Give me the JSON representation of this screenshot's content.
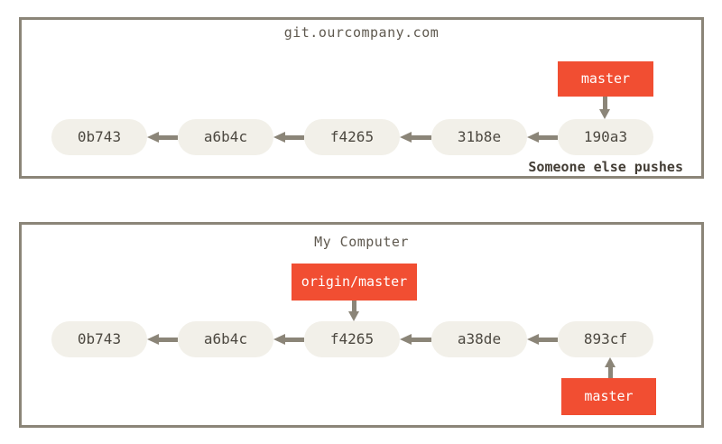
{
  "diagram": {
    "type": "git-commit-history",
    "colors": {
      "box_border": "#8b8578",
      "arrow": "#8b8578",
      "commit_fill": "#f2f0e9",
      "commit_text": "#4c4840",
      "branch_label_bg": "#f14e32",
      "branch_label_text": "#ffffff",
      "title_text": "#5f594f",
      "annotation_text": "#433d35",
      "background": "#ffffff"
    },
    "panels": [
      {
        "title": "git.ourcompany.com",
        "commits": [
          "0b743",
          "a6b4c",
          "f4265",
          "31b8e",
          "190a3"
        ],
        "branch_labels": [
          {
            "text": "master",
            "attached_to": "190a3",
            "position": "above"
          }
        ],
        "annotation": "Someone else pushes"
      },
      {
        "title": "My Computer",
        "commits": [
          "0b743",
          "a6b4c",
          "f4265",
          "a38de",
          "893cf"
        ],
        "branch_labels": [
          {
            "text": "origin/master",
            "attached_to": "f4265",
            "position": "above"
          },
          {
            "text": "master",
            "attached_to": "893cf",
            "position": "below"
          }
        ]
      }
    ]
  }
}
